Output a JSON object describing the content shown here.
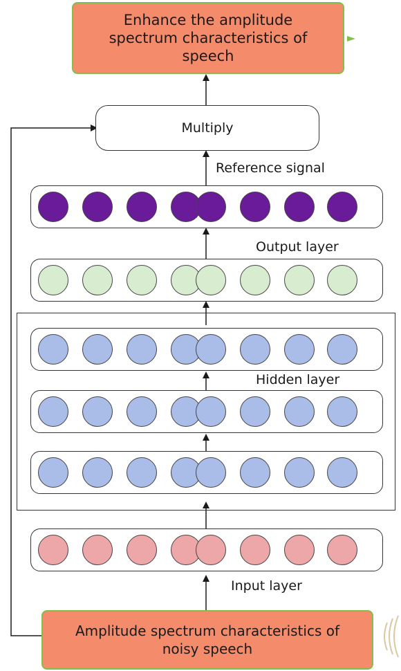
{
  "output_box": {
    "lines": [
      "Enhance the amplitude",
      "spectrum characteristics of",
      "speech"
    ]
  },
  "multiply_label": "Multiply",
  "labels": {
    "reference": "Reference signal",
    "output": "Output layer",
    "hidden": "Hidden layer",
    "input": "Input layer"
  },
  "input_box": {
    "lines": [
      "Amplitude spectrum characteristics of",
      "noisy speech"
    ]
  },
  "colors": {
    "reference": "#6a1b9a",
    "output": "#d8ecd0",
    "hidden": "#a9bde8",
    "input": "#eda7a8",
    "orange": "#f48c6c",
    "orange_border": "#7fbf4a"
  },
  "neurons_per_layer": 8
}
